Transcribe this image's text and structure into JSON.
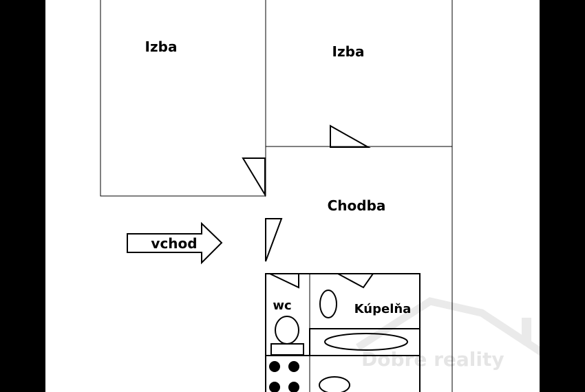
{
  "floor_plan": {
    "rooms": [
      {
        "id": "izba-left",
        "label": "Izba"
      },
      {
        "id": "izba-right",
        "label": "Izba"
      },
      {
        "id": "chodba",
        "label": "Chodba"
      },
      {
        "id": "wc",
        "label": "wc"
      },
      {
        "id": "kupelna",
        "label": "Kúpelňa"
      }
    ],
    "entrance_label": "vchod",
    "colors": {
      "line": "#000000",
      "background": "#ffffff",
      "frame": "#000000",
      "watermark": "#dcdcdc"
    }
  },
  "watermark": {
    "text": "Dobre reality",
    "icon": "house-roof-icon"
  }
}
